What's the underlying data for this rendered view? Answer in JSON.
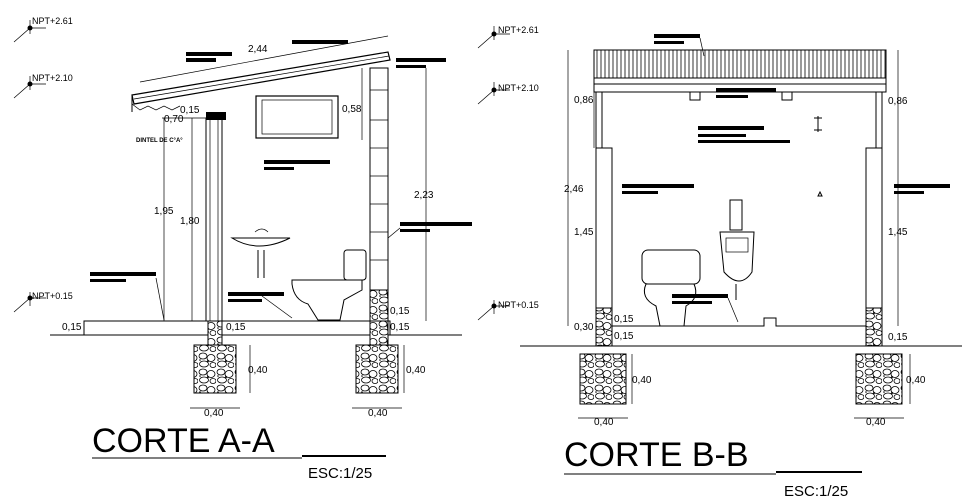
{
  "section_a": {
    "title": "CORTE A-A",
    "scale": "ESC:1/25",
    "levels": [
      "NPT+2.61",
      "NPT+2.10",
      "NPT+0.15"
    ],
    "dims": {
      "roof_length": "2,44",
      "eave_1": "0,15",
      "eave_2": "0,70",
      "window_h": "0,58",
      "total_h": "2,23",
      "h1": "1,95",
      "h2": "1,80",
      "floor": "0,15",
      "floor_b": "0,15",
      "right_1": "0,15",
      "right_2": "0,15",
      "foot_h_left": "0,40",
      "foot_h_right": "0,40",
      "foot_w_left": "0,40",
      "foot_w_right": "0,40"
    },
    "note_small": "DINTEL DE C°A°"
  },
  "section_b": {
    "title": "CORTE B-B",
    "scale": "ESC:1/25",
    "levels": [
      "NPT+2.61",
      "NPT+2.10",
      "NPT+0.15"
    ],
    "dims": {
      "top_left": "0,86",
      "top_right": "0,86",
      "total": "2,46",
      "wall_left": "1,45",
      "wall_right": "1,45",
      "base": "0,30",
      "sill_1": "0,15",
      "sill_2": "0,15",
      "right_base": "0,15",
      "foot_h_left": "0,40",
      "foot_h_right": "0,40",
      "foot_w_left": "0,40",
      "foot_w_right": "0,40"
    }
  }
}
